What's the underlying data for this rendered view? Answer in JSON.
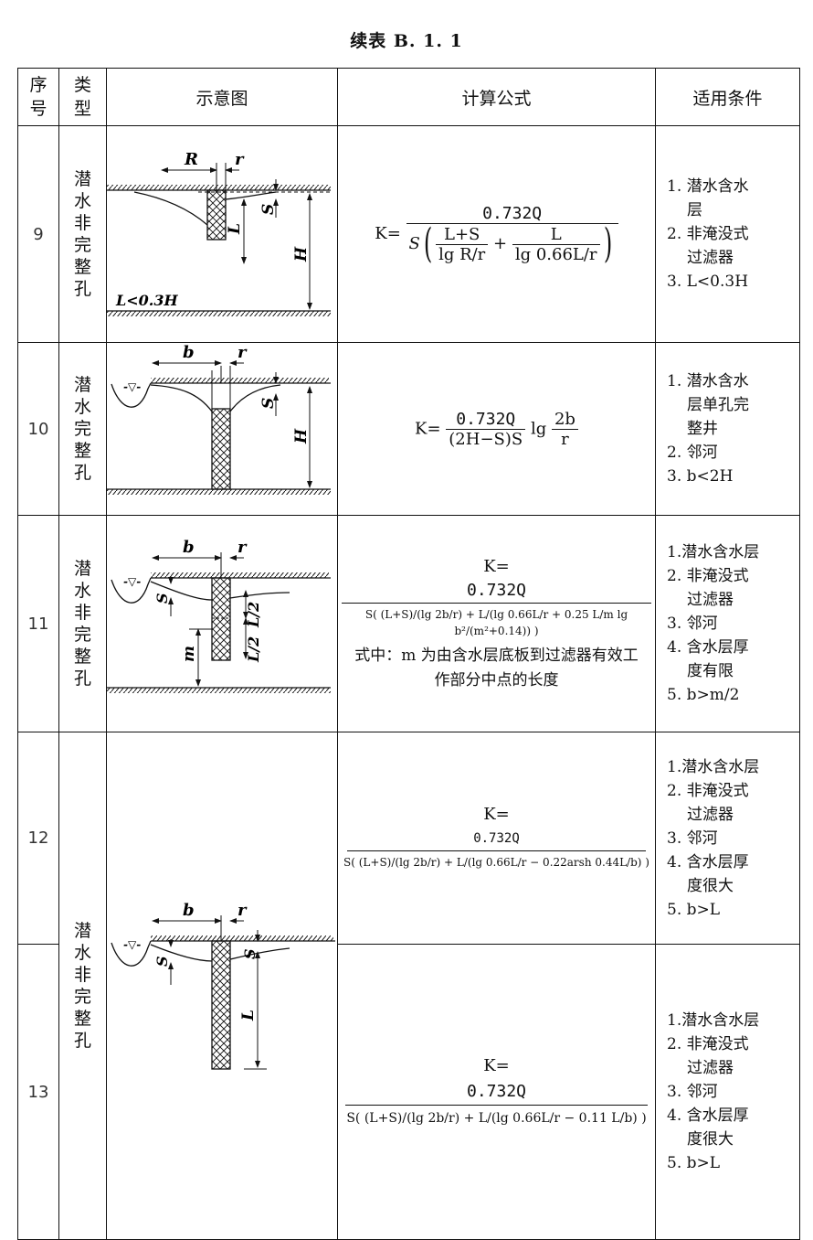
{
  "title": "续表 B. 1. 1",
  "headers": {
    "seq": "序号",
    "type": "类型",
    "diagram": "示意图",
    "formula": "计算公式",
    "conditions": "适用条件"
  },
  "rows": [
    {
      "seq": "9",
      "type": "潜水非完整孔",
      "diagram_labels": {
        "R": "R",
        "r": "r",
        "S": "S",
        "L": "L",
        "H": "H",
        "note": "L<0.3H"
      },
      "formula": {
        "lhs": "K=",
        "num": "0.732Q",
        "s": "S",
        "t1n": "L+S",
        "t1d": "lg R/r",
        "t2n": "L",
        "t2d": "lg 0.66L/r"
      },
      "conditions": [
        "1. 潜水含水",
        "层",
        "2. 非淹没式",
        "过滤器",
        "3. L<0.3H"
      ]
    },
    {
      "seq": "10",
      "type": "潜水完整孔",
      "diagram_labels": {
        "b": "b",
        "r": "r",
        "S": "S",
        "H": "H"
      },
      "formula": {
        "lhs": "K=",
        "num": "0.732Q",
        "den": "(2H−S)S",
        "tail": "lg",
        "fn": "2b",
        "fd": "r"
      },
      "conditions": [
        "1. 潜水含水",
        "层单孔完",
        "整井",
        "2. 邻河",
        "3. b<2H"
      ]
    },
    {
      "seq": "11",
      "type": "潜水非完整孔",
      "diagram_labels": {
        "b": "b",
        "r": "r",
        "S": "S",
        "m": "m",
        "L2a": "L/2",
        "L2b": "L/2"
      },
      "formula": {
        "lhs": "K=",
        "num": "0.732Q",
        "den": "S( (L+S)/(lg 2b/r) + L/(lg 0.66L/r + 0.25 L/m lg b²/(m²+0.14)) )"
      },
      "note": "式中：m 为由含水层底板到过滤器有效工作部分中点的长度",
      "conditions": [
        "1.潜水含水层",
        "2. 非淹没式",
        "过滤器",
        "3. 邻河",
        "4. 含水层厚",
        "度有限",
        "5. b>m/2"
      ]
    },
    {
      "seq": "12",
      "type": "潜水非完整孔",
      "formula": {
        "lhs": "K=",
        "num": "0.732Q",
        "den": "S( (L+S)/(lg 2b/r) + L/(lg 0.66L/r − 0.22arsh 0.44L/b) )"
      },
      "conditions": [
        "1.潜水含水层",
        "2. 非淹没式",
        "过滤器",
        "3. 邻河",
        "4. 含水层厚",
        "度很大",
        "5. b>L"
      ]
    },
    {
      "seq": "13",
      "diagram_labels": {
        "b": "b",
        "r": "r",
        "S1": "S",
        "S2": "S",
        "L": "L"
      },
      "formula": {
        "lhs": "K=",
        "num": "0.732Q",
        "den": "S( (L+S)/(lg 2b/r) + L/(lg 0.66L/r − 0.11 L/b) )"
      },
      "conditions": [
        "1.潜水含水层",
        "2. 非淹没式",
        "过滤器",
        "3. 邻河",
        "4. 含水层厚",
        "度很大",
        "5. b>L"
      ]
    }
  ]
}
